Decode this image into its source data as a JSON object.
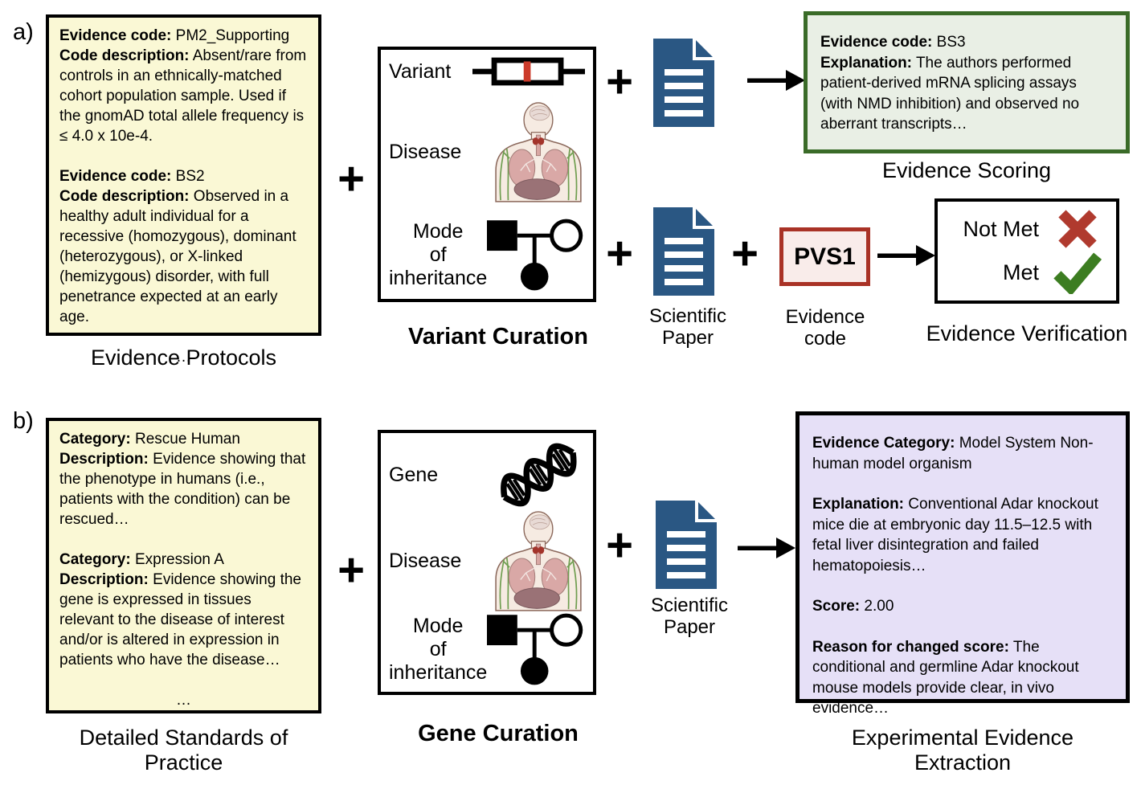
{
  "symbols": {
    "plus": "+",
    "ellipsis": "…"
  },
  "colors": {
    "protocol_box_fill": "#FAF8D5",
    "scoring_box_fill": "#E9EFE5",
    "scoring_box_border": "#3A6B28",
    "extraction_box_fill": "#E6E0F7",
    "evidence_code_box_fill": "#F9ECEA",
    "evidence_code_box_border": "#A93226",
    "paper_icon_blue": "#2A5783",
    "cross_red": "#B03A2E",
    "check_green": "#3C7D21",
    "variant_marker_red": "#CC3B2B"
  },
  "icons": {
    "paper": "scientific-paper-document",
    "gene_variant": "gene-with-variant-marker",
    "disease_body": "human-anatomy-torso",
    "pedigree": "inheritance-pedigree",
    "dna": "dna-double-helix",
    "cross": "red-cross-not-met",
    "check": "green-check-met",
    "arrow": "right-arrow"
  },
  "panel_a": {
    "section_label": "a)",
    "protocols": {
      "entries": [
        {
          "code_label": "Evidence code:",
          "code": "PM2_Supporting",
          "desc_label": "Code description:",
          "desc": "Absent/rare from controls in an ethnically-matched cohort population sample. Used if the gnomAD total allele frequency is ≤ 4.0 x 10e-4."
        },
        {
          "code_label": "Evidence code:",
          "code": "BS2",
          "desc_label": "Code description:",
          "desc": "Observed in a healthy adult individual for a recessive (homozygous), dominant (heterozygous), or X-linked (hemizygous) disorder, with full penetrance expected at an early age."
        }
      ],
      "caption": "Evidence Protocols"
    },
    "variant_curation": {
      "row_labels": [
        "Variant",
        "Disease",
        "Mode\nof\ninheritance"
      ],
      "caption": "Variant Curation"
    },
    "scoring": {
      "code_label": "Evidence code:",
      "code": "BS3",
      "explanation_label": "Explanation:",
      "explanation": "The authors performed patient-derived mRNA splicing assays (with NMD inhibition) and observed no aberrant transcripts…",
      "caption": "Evidence Scoring"
    },
    "paper_caption": "Scientific\nPaper",
    "evidence_code": {
      "value": "PVS1",
      "caption": "Evidence\ncode"
    },
    "verification": {
      "not_met": "Not Met",
      "met": "Met",
      "caption": "Evidence Verification"
    }
  },
  "panel_b": {
    "section_label": "b)",
    "standards": {
      "entries": [
        {
          "cat_label": "Category:",
          "cat": "Rescue Human",
          "desc_label": "Description:",
          "desc": "Evidence showing that the phenotype in humans (i.e., patients with the condition) can be rescued…"
        },
        {
          "cat_label": "Category:",
          "cat": "Expression A",
          "desc_label": "Description:",
          "desc": "Evidence showing the gene is expressed in tissues relevant to the disease of interest and/or is altered in expression in patients who have the disease…"
        }
      ],
      "caption": "Detailed Standards of\nPractice"
    },
    "gene_curation": {
      "row_labels": [
        "Gene",
        "Disease",
        "Mode\nof\ninheritance"
      ],
      "caption": "Gene Curation"
    },
    "paper_caption": "Scientific\nPaper",
    "extraction": {
      "category_label": "Evidence Category:",
      "category": "Model System Non-human model organism",
      "explanation_label": "Explanation:",
      "explanation": "Conventional Adar knockout mice die at embryonic day 11.5–12.5 with fetal liver disintegration and failed hematopoiesis…",
      "score_label": "Score:",
      "score": "2.00",
      "reason_label": "Reason for changed score:",
      "reason": "The conditional and germline Adar knockout mouse models provide clear, in vivo evidence…",
      "caption": "Experimental Evidence\nExtraction"
    }
  }
}
